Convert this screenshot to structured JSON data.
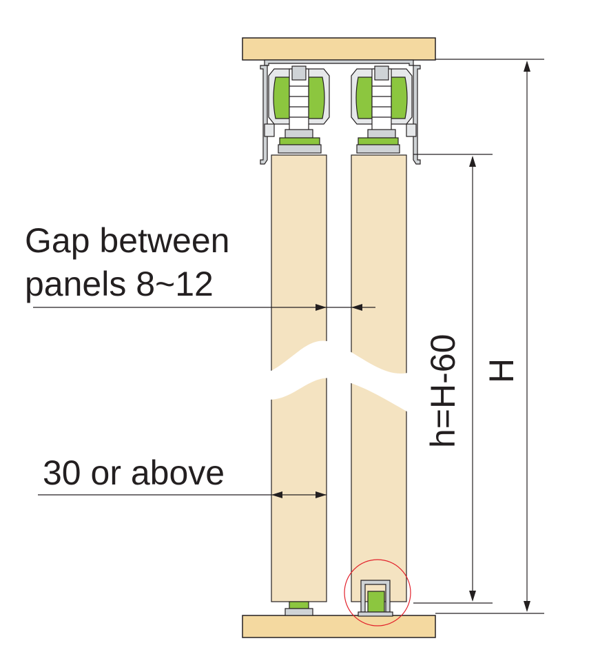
{
  "labels": {
    "gap_line1": "Gap between",
    "gap_line2": "panels 8~12",
    "thickness": "30 or above",
    "door_height": "h=H-60",
    "total_height": "H"
  },
  "colors": {
    "panel": "#f4e3c1",
    "rail": "#f4d9a0",
    "roller": "#8cc63f",
    "metal": "#cfd3d6",
    "outline": "#231f20",
    "highlight_circle": "#e2202a"
  }
}
